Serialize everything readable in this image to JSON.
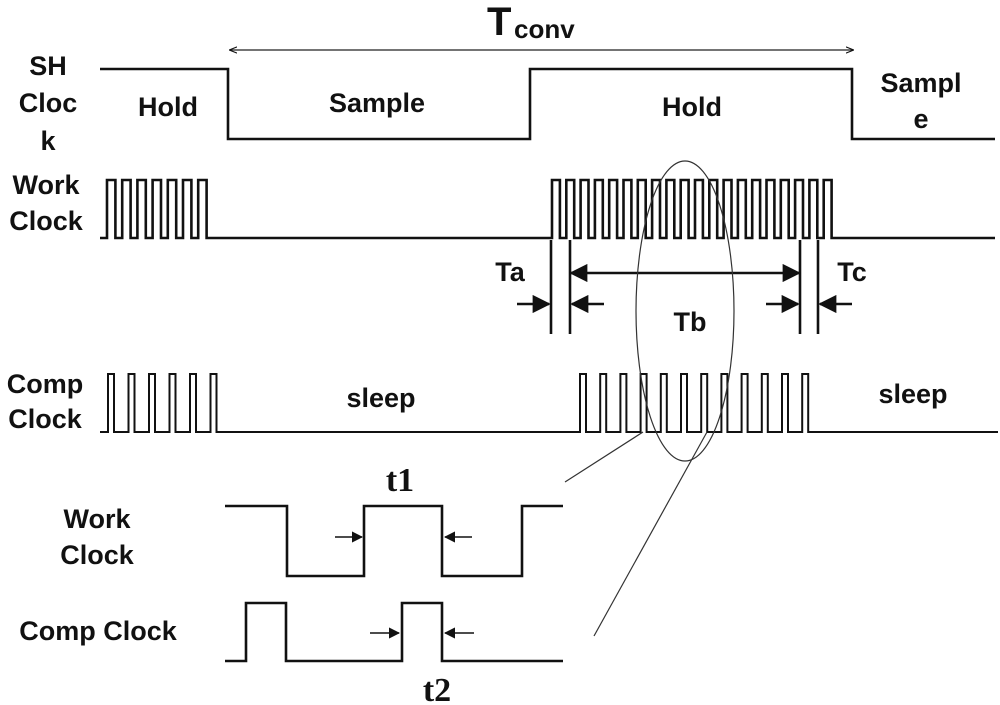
{
  "header": {
    "period_symbol": "T",
    "period_subscript": "conv"
  },
  "signals": {
    "sh_clock": {
      "label_lines": [
        "SH",
        "Cloc",
        "k"
      ],
      "phase_hold_1": "Hold",
      "phase_sample_1": "Sample",
      "phase_hold_2": "Hold",
      "phase_sample_2_lines": [
        "Sampl",
        "e"
      ]
    },
    "work_clock": {
      "label_lines": [
        "Work",
        "Clock"
      ]
    },
    "comp_clock": {
      "label_lines": [
        "Comp",
        "Clock"
      ],
      "state_1": "sleep",
      "state_2": "sleep"
    }
  },
  "timing": {
    "ta": "Ta",
    "tb": "Tb",
    "tc": "Tc"
  },
  "zoom": {
    "work_label_lines": [
      "Work",
      "Clock"
    ],
    "comp_label": "Comp Clock",
    "t1": "t1",
    "t2": "t2"
  }
}
